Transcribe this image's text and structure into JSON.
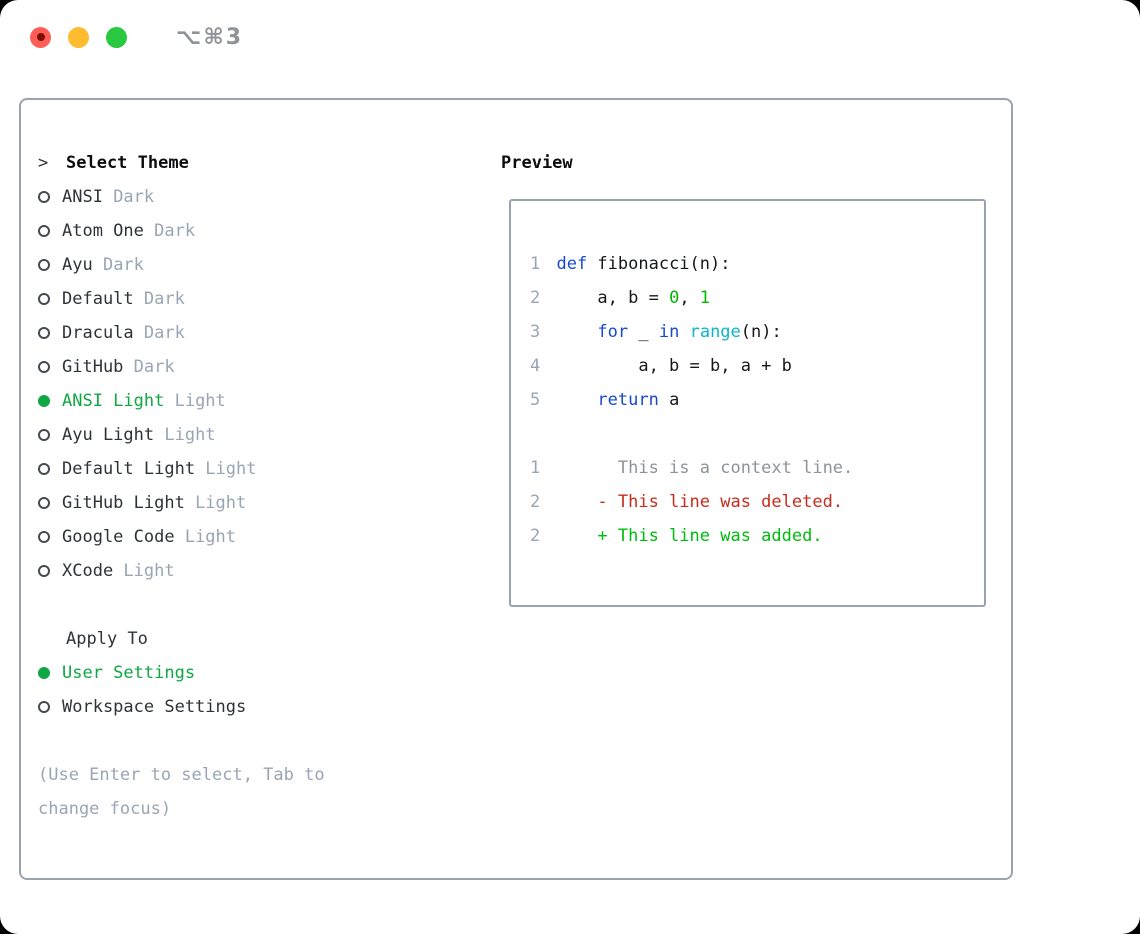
{
  "colors": {
    "tl_red": "#ff5e57",
    "tl_red_dot": "#7e0d05",
    "tl_yellow": "#febc2e",
    "tl_green": "#28c840",
    "title_gray": "#8f9398",
    "border": "#9aa3b1",
    "text": "#2e3338",
    "text_strong": "#0b0d0f",
    "muted": "#9aa5b4",
    "radio_ring": "#454b52",
    "select_green": "#0ea743",
    "gutter": "#9aa5b4",
    "code_plain": "#15181b",
    "code_blue": "#1749d0",
    "code_cyan": "#0cb6c6",
    "code_green": "#00b700",
    "diff_ctx": "#8d9499",
    "diff_red": "#c92c1c",
    "diff_green": "#00bc10"
  },
  "titlebar": {
    "shortcut": "⌥⌘3"
  },
  "theme_selector": {
    "prompt": ">",
    "heading": "Select Theme",
    "themes": [
      {
        "name": "ANSI",
        "variant": "Dark",
        "selected": false
      },
      {
        "name": "Atom One",
        "variant": "Dark",
        "selected": false
      },
      {
        "name": "Ayu",
        "variant": "Dark",
        "selected": false
      },
      {
        "name": "Default",
        "variant": "Dark",
        "selected": false
      },
      {
        "name": "Dracula",
        "variant": "Dark",
        "selected": false
      },
      {
        "name": "GitHub",
        "variant": "Dark",
        "selected": false
      },
      {
        "name": "ANSI Light",
        "variant": "Light",
        "selected": true
      },
      {
        "name": "Ayu Light",
        "variant": "Light",
        "selected": false
      },
      {
        "name": "Default Light",
        "variant": "Light",
        "selected": false
      },
      {
        "name": "GitHub Light",
        "variant": "Light",
        "selected": false
      },
      {
        "name": "Google Code",
        "variant": "Light",
        "selected": false
      },
      {
        "name": "XCode",
        "variant": "Light",
        "selected": false
      }
    ],
    "apply_to": {
      "heading": "Apply To",
      "options": [
        {
          "label": "User Settings",
          "selected": true
        },
        {
          "label": "Workspace Settings",
          "selected": false
        }
      ]
    },
    "hint_lines": [
      "(Use Enter to select, Tab to",
      "change focus)"
    ]
  },
  "preview": {
    "heading": "Preview",
    "code_lines": [
      {
        "num": "1",
        "segments": [
          {
            "text": "def",
            "color": "kw"
          },
          {
            "text": " fibonacci(n):",
            "color": "plain"
          }
        ]
      },
      {
        "num": "2",
        "segments": [
          {
            "text": "    a, b = ",
            "color": "plain"
          },
          {
            "text": "0",
            "color": "lit"
          },
          {
            "text": ", ",
            "color": "plain"
          },
          {
            "text": "1",
            "color": "lit"
          }
        ]
      },
      {
        "num": "3",
        "segments": [
          {
            "text": "    ",
            "color": "plain"
          },
          {
            "text": "for",
            "color": "kw"
          },
          {
            "text": " _ ",
            "color": "plain"
          },
          {
            "text": "in",
            "color": "kw"
          },
          {
            "text": " ",
            "color": "plain"
          },
          {
            "text": "range",
            "color": "builtin"
          },
          {
            "text": "(n):",
            "color": "plain"
          }
        ]
      },
      {
        "num": "4",
        "segments": [
          {
            "text": "        a, b = b, a + b",
            "color": "plain"
          }
        ]
      },
      {
        "num": "5",
        "segments": [
          {
            "text": "    ",
            "color": "plain"
          },
          {
            "text": "return",
            "color": "kw"
          },
          {
            "text": " a",
            "color": "plain"
          }
        ]
      },
      {
        "num": "",
        "segments": []
      },
      {
        "num": "1",
        "segments": [
          {
            "text": "      This is a context line.",
            "color": "ctx"
          }
        ]
      },
      {
        "num": "2",
        "segments": [
          {
            "text": "    - This line was deleted.",
            "color": "del"
          }
        ]
      },
      {
        "num": "2",
        "segments": [
          {
            "text": "    + This line was added.",
            "color": "add"
          }
        ]
      }
    ]
  }
}
